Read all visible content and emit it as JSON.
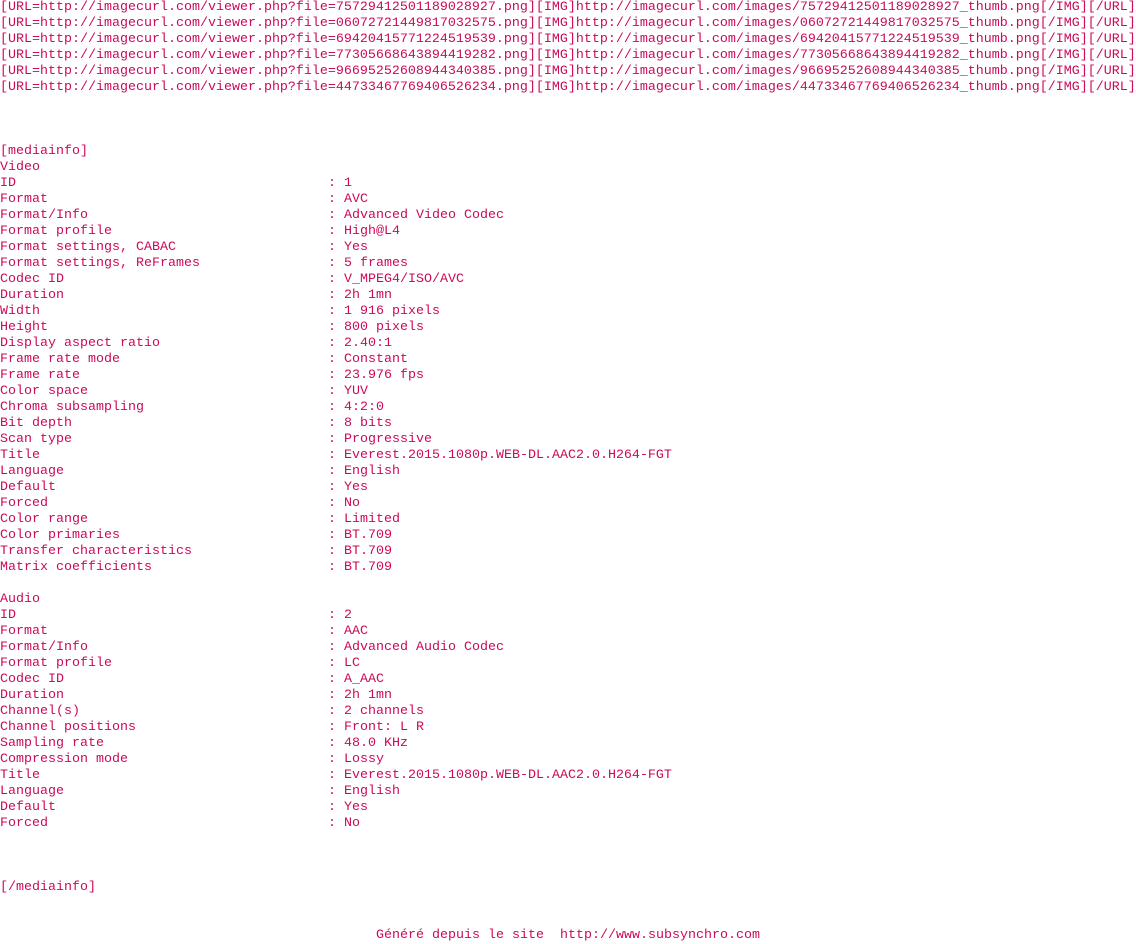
{
  "links": [
    "[URL=http://imagecurl.com/viewer.php?file=75729412501189028927.png][IMG]http://imagecurl.com/images/75729412501189028927_thumb.png[/IMG][/URL]",
    "[URL=http://imagecurl.com/viewer.php?file=06072721449817032575.png][IMG]http://imagecurl.com/images/06072721449817032575_thumb.png[/IMG][/URL]",
    "[URL=http://imagecurl.com/viewer.php?file=69420415771224519539.png][IMG]http://imagecurl.com/images/69420415771224519539_thumb.png[/IMG][/URL]",
    "[URL=http://imagecurl.com/viewer.php?file=77305668643894419282.png][IMG]http://imagecurl.com/images/77305668643894419282_thumb.png[/IMG][/URL]",
    "[URL=http://imagecurl.com/viewer.php?file=96695252608944340385.png][IMG]http://imagecurl.com/images/96695252608944340385_thumb.png[/IMG][/URL]",
    "[URL=http://imagecurl.com/viewer.php?file=44733467769406526234.png][IMG]http://imagecurl.com/images/44733467769406526234_thumb.png[/IMG][/URL]"
  ],
  "open_tag": "[mediainfo]",
  "close_tag": "[/mediainfo]",
  "video": {
    "heading": "Video",
    "fields": [
      [
        "ID",
        "1"
      ],
      [
        "Format",
        "AVC"
      ],
      [
        "Format/Info",
        "Advanced Video Codec"
      ],
      [
        "Format profile",
        "High@L4"
      ],
      [
        "Format settings, CABAC",
        "Yes"
      ],
      [
        "Format settings, ReFrames",
        "5 frames"
      ],
      [
        "Codec ID",
        "V_MPEG4/ISO/AVC"
      ],
      [
        "Duration",
        "2h 1mn"
      ],
      [
        "Width",
        "1 916 pixels"
      ],
      [
        "Height",
        "800 pixels"
      ],
      [
        "Display aspect ratio",
        "2.40:1"
      ],
      [
        "Frame rate mode",
        "Constant"
      ],
      [
        "Frame rate",
        "23.976 fps"
      ],
      [
        "Color space",
        "YUV"
      ],
      [
        "Chroma subsampling",
        "4:2:0"
      ],
      [
        "Bit depth",
        "8 bits"
      ],
      [
        "Scan type",
        "Progressive"
      ],
      [
        "Title",
        "Everest.2015.1080p.WEB-DL.AAC2.0.H264-FGT"
      ],
      [
        "Language",
        "English"
      ],
      [
        "Default",
        "Yes"
      ],
      [
        "Forced",
        "No"
      ],
      [
        "Color range",
        "Limited"
      ],
      [
        "Color primaries",
        "BT.709"
      ],
      [
        "Transfer characteristics",
        "BT.709"
      ],
      [
        "Matrix coefficients",
        "BT.709"
      ]
    ]
  },
  "audio": {
    "heading": "Audio",
    "fields": [
      [
        "ID",
        "2"
      ],
      [
        "Format",
        "AAC"
      ],
      [
        "Format/Info",
        "Advanced Audio Codec"
      ],
      [
        "Format profile",
        "LC"
      ],
      [
        "Codec ID",
        "A_AAC"
      ],
      [
        "Duration",
        "2h 1mn"
      ],
      [
        "Channel(s)",
        "2 channels"
      ],
      [
        "Channel positions",
        "Front: L R"
      ],
      [
        "Sampling rate",
        "48.0 KHz"
      ],
      [
        "Compression mode",
        "Lossy"
      ],
      [
        "Title",
        "Everest.2015.1080p.WEB-DL.AAC2.0.H264-FGT"
      ],
      [
        "Language",
        "English"
      ],
      [
        "Default",
        "Yes"
      ],
      [
        "Forced",
        "No"
      ]
    ]
  },
  "footer": "Généré depuis le site  http://www.subsynchro.com"
}
